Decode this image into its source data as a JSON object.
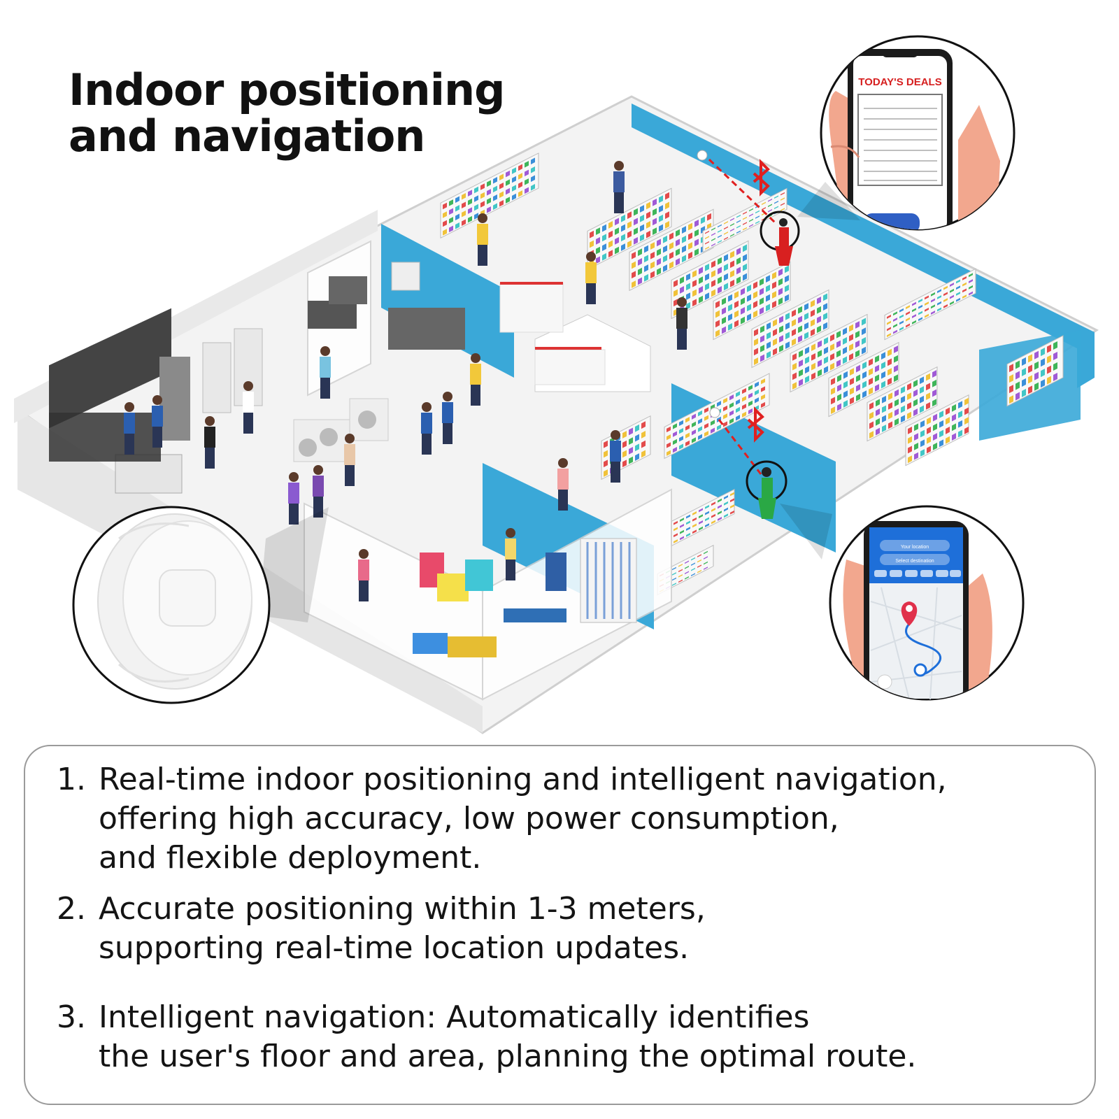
{
  "title": {
    "line1": "Indoor positioning",
    "line2": "and navigation"
  },
  "phone_top": {
    "banner": "TODAY'S DEALS",
    "button_color": "#2f5fc4"
  },
  "phone_bottom": {
    "field1": "Your location",
    "field2": "Select destination",
    "accent_color": "#1e6fd9",
    "pin_color": "#e0304a"
  },
  "icons": [
    "bluetooth-icon",
    "location-pin-icon",
    "beacon-icon"
  ],
  "colors": {
    "wall": "#3aa8d8",
    "signal": "#e02020",
    "floor": "#f4f4f4"
  },
  "features": [
    {
      "num": "1.",
      "lines": [
        "Real-time indoor positioning and intelligent navigation,",
        "offering high accuracy, low power consumption,",
        "and flexible deployment."
      ]
    },
    {
      "num": "2.",
      "lines": [
        "Accurate positioning within 1-3 meters,",
        "supporting real-time location updates."
      ]
    },
    {
      "num": "3.",
      "lines": [
        "Intelligent navigation: Automatically identifies",
        "the user's floor and area, planning the optimal route."
      ]
    }
  ]
}
